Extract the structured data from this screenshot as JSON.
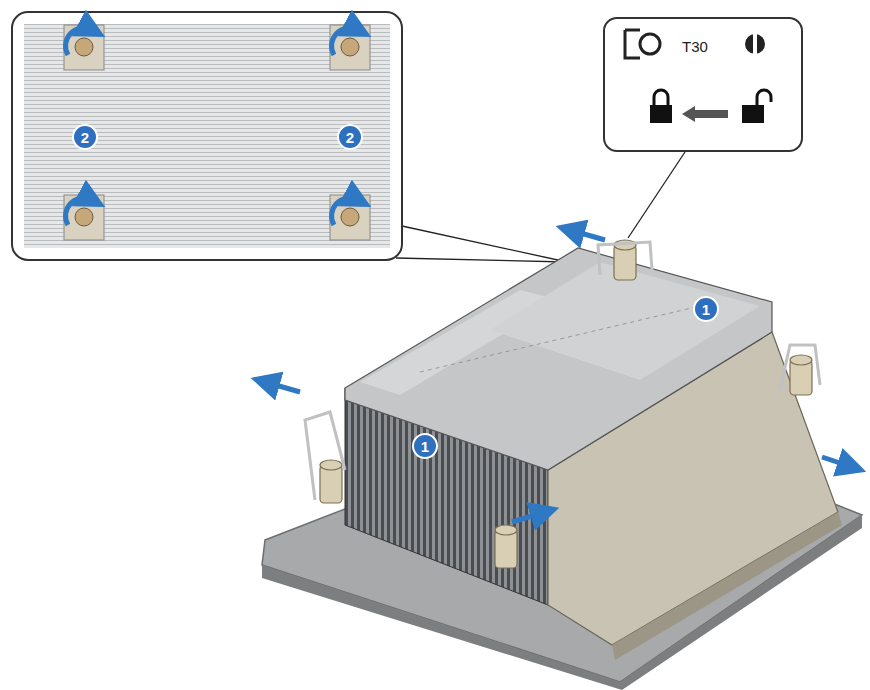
{
  "diagram": {
    "nodes": [
      {
        "text": [
          "T30"
        ]
      }
    ],
    "labels": [
      "2",
      "2",
      "1",
      "1"
    ]
  }
}
